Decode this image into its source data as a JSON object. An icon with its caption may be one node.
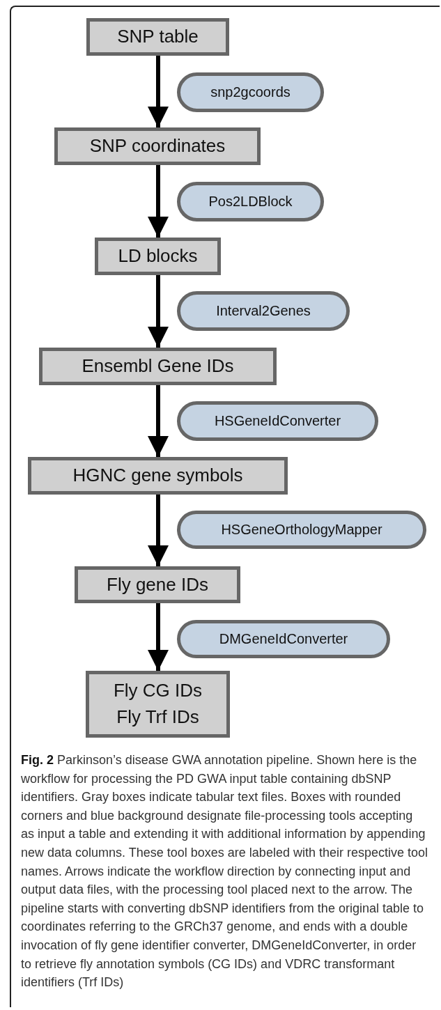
{
  "diagram": {
    "caption": "**Fig. 2** Parkinson’s disease GWA annotation pipeline. Shown here is the workflow for processing the PD GWA input table containing dbSNP identifiers. Gray boxes indicate tabular text files. Boxes with rounded corners and blue background designate file-processing tools accepting as input a table and extending it with additional information by appending new data columns. These tool boxes are labeled with their respective tool names. Arrows indicate the workflow direction by connecting input and output data files, with the processing tool placed next to the arrow. The pipeline starts with converting dbSNP identifiers from the original table to coordinates referring to the GRCh37 genome, and ends with a double invocation of fly gene identifier converter, DMGeneIdConverter, in order to retrieve fly annotation symbols (CG IDs) and VDRC transformant identifiers (Trf IDs)",
    "nodes": [
      {
        "text": [
          "SNP table"
        ]
      },
      {
        "text": [
          "snp2gcoords"
        ]
      },
      {
        "text": [
          "SNP coordinates"
        ]
      },
      {
        "text": [
          "Pos2LDBlock"
        ]
      },
      {
        "text": [
          "LD blocks"
        ]
      },
      {
        "text": [
          "Interval2Genes"
        ]
      },
      {
        "text": [
          "Ensembl Gene IDs"
        ]
      },
      {
        "text": [
          "HSGeneIdConverter"
        ]
      },
      {
        "text": [
          "HGNC gene symbols"
        ]
      },
      {
        "text": [
          "HSGeneOrthologyMapper"
        ]
      },
      {
        "text": [
          "Fly gene IDs"
        ]
      },
      {
        "text": [
          "DMGeneIdConverter"
        ]
      },
      {
        "text": [
          "Fly CG IDs",
          "Fly Trf IDs"
        ]
      }
    ],
    "edges": [
      {
        "from": 0,
        "to": 2,
        "arrow": "to"
      },
      {
        "from": 2,
        "to": 4,
        "arrow": "to"
      },
      {
        "from": 4,
        "to": 6,
        "arrow": "to"
      },
      {
        "from": 6,
        "to": 8,
        "arrow": "to"
      },
      {
        "from": 8,
        "to": 10,
        "arrow": "to"
      },
      {
        "from": 10,
        "to": 12,
        "arrow": "to"
      }
    ]
  }
}
